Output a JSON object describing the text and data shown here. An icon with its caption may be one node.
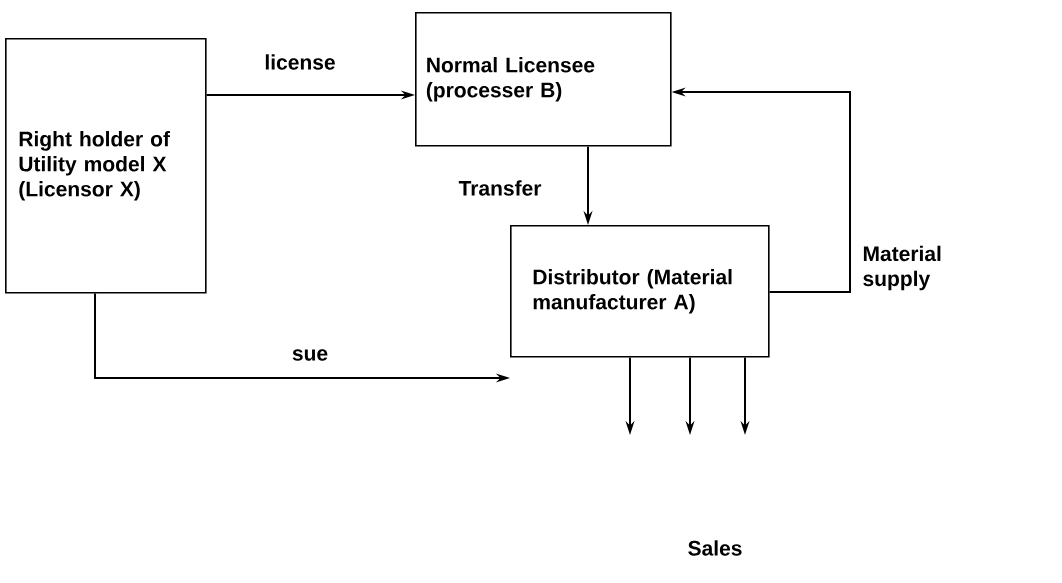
{
  "diagram": {
    "nodes": [
      {
        "text": [
          "Right holder of Utility model X (Licensor X)"
        ]
      },
      {
        "text": [
          "Normal Licensee (processer B)"
        ]
      },
      {
        "text": [
          "Distributor (Material manufacturer A)"
        ]
      }
    ],
    "edges": [
      {
        "from": 0,
        "to": 1,
        "arrow": "to",
        "label": "license"
      },
      {
        "from": 1,
        "to": 2,
        "arrow": "to",
        "label": "Transfer"
      },
      {
        "from": 0,
        "to": 2,
        "arrow": "to",
        "label": "sue"
      },
      {
        "from": 2,
        "to": 1,
        "arrow": "to",
        "label": "Material supply"
      },
      {
        "from": 2,
        "to": null,
        "arrow": "to"
      },
      {
        "from": 2,
        "to": null,
        "arrow": "to"
      },
      {
        "from": 2,
        "to": null,
        "arrow": "to"
      }
    ],
    "labels": [
      "Sales"
    ]
  }
}
